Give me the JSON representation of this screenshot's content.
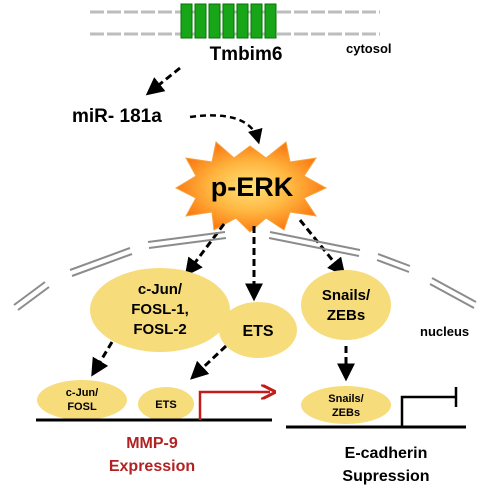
{
  "membrane": {
    "protein_label": "Tmbim6",
    "compartment_label": "cytosol"
  },
  "mirna": {
    "label": "miR- 181a"
  },
  "kinase": {
    "label": "p-ERK"
  },
  "nucleus": {
    "label": "nucleus"
  },
  "transcription_factors": {
    "ap1": [
      "c-Jun/",
      "FOSL-1,",
      "FOSL-2"
    ],
    "ets": "ETS",
    "snail": [
      "Snails/",
      "ZEBs"
    ]
  },
  "promoter_bound": {
    "ap1": [
      "c-Jun/",
      "FOSL"
    ],
    "ets": "ETS",
    "snail": [
      "Snails/",
      "ZEBs"
    ]
  },
  "outputs": {
    "mmp9": [
      "MMP-9",
      "Expression"
    ],
    "ecad": [
      "E-cadherin",
      "Supression"
    ]
  },
  "colors": {
    "oval_fill": "#f7dc7c",
    "membrane_green": "#16a618",
    "activation_arrow": "#c41a1a",
    "mmp9_text": "#b22222",
    "burst_outer": "#fb7c14",
    "burst_inner": "#ffe27a",
    "nuclear_envelope": "#8c8c8c"
  }
}
